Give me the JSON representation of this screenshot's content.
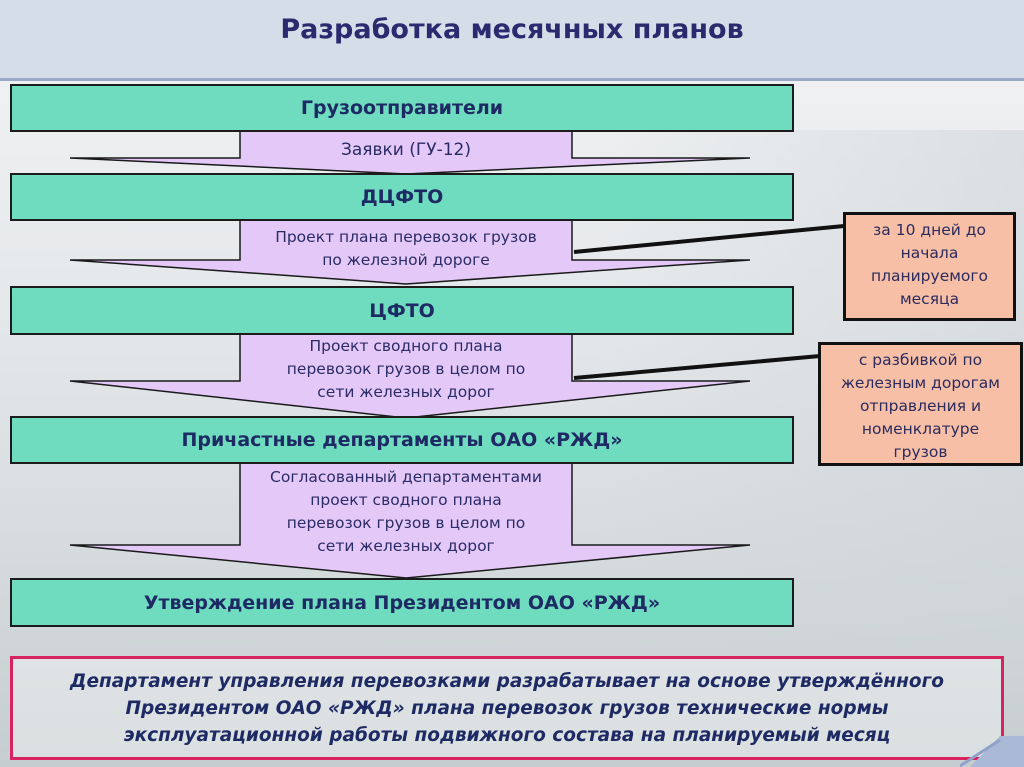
{
  "title": "Разработка месячных планов",
  "boxes": {
    "shippers": "Грузоотправители",
    "dcfto": "ДЦФТО",
    "cfto": "ЦФТО",
    "departments": "Причастные департаменты ОАО «РЖД»",
    "approval": "Утверждение плана Президентом ОАО «РЖД»"
  },
  "arrows": {
    "requests": "Заявки (ГУ-12)",
    "draft_road": [
      "Проект плана перевозок грузов",
      "по железной дороге"
    ],
    "draft_network": [
      "Проект сводного плана",
      "перевозок грузов в целом по",
      "сети железных дорог"
    ],
    "agreed_draft": [
      "Согласованный департаментами",
      "проект сводного плана",
      "перевозок грузов в целом по",
      "сети железных дорог"
    ]
  },
  "notes": {
    "deadline": [
      "за 10 дней до",
      "начала",
      "планируемого",
      "месяца"
    ],
    "breakdown": [
      "с разбивкой по",
      "железным дорогам",
      "отправления и",
      "номенклатуре",
      "грузов"
    ]
  },
  "footer": [
    "Департамент управления перевозками разрабатывает на основе утверждённого",
    "Президентом ОАО «РЖД» плана перевозок грузов технические нормы",
    "эксплуатационной работы подвижного состава на планируемый месяц"
  ],
  "colors": {
    "box": "#6fdcbf",
    "arrow": "#e4c8f8",
    "note": "#f6bfa6",
    "footer_border": "#d8235f"
  }
}
